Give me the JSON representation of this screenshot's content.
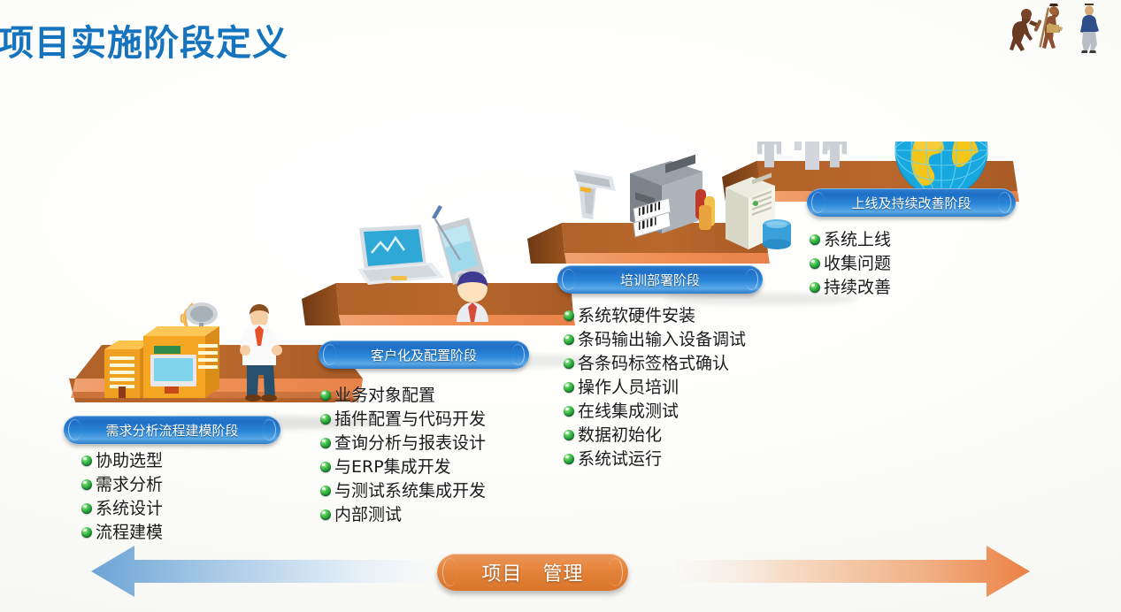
{
  "page": {
    "title": "项目实施阶段定义",
    "title_color": "#1574bd",
    "background_color": "#f7f7f4"
  },
  "decor": {
    "evolution_icon": "human-evolution-figures",
    "figures": [
      "ape-man",
      "tribal-man",
      "modern-man"
    ]
  },
  "stages": [
    {
      "id": "stage-1",
      "label": "需求分析流程建模阶段",
      "items": [
        "协助选型",
        "需求分析",
        "系统设计",
        "流程建模"
      ],
      "icons": [
        "factory-building-icon",
        "server-antenna-icon",
        "businessman-thumbsup-icon"
      ]
    },
    {
      "id": "stage-2",
      "label": "客户化及配置阶段",
      "items": [
        "业务对象配置",
        "插件配置与代码开发",
        "查询分析与报表设计",
        "与ERP集成开发",
        "与测试系统集成开发",
        "内部测试"
      ],
      "icons": [
        "laptop-chart-icon",
        "pda-stylus-icon",
        "user-avatar-icon"
      ]
    },
    {
      "id": "stage-3",
      "label": "培训部署阶段",
      "items": [
        "系统软硬件安装",
        "条码输出输入设备调试",
        "各条码标签格式确认",
        "操作人员培训",
        "在线集成测试",
        "数据初始化",
        "系统试运行"
      ],
      "icons": [
        "barcode-scanner-icon",
        "label-printer-icon",
        "server-database-icon"
      ]
    },
    {
      "id": "stage-4",
      "label": "上线及持续改善阶段",
      "items": [
        "系统上线",
        "收集问题",
        "持续改善"
      ],
      "icons": [
        "people-group-icon",
        "globe-icon"
      ]
    }
  ],
  "footer": {
    "center_label": "项目　管理",
    "left_arrow": "left-arrow-blue",
    "right_arrow": "right-arrow-orange",
    "left_arrow_color": "#6fa8d8",
    "right_arrow_color": "#ee8c4e",
    "center_pill_color": "#e08036"
  },
  "colors": {
    "step_top": "#b4632a",
    "step_edge": "#f0925a",
    "step_riser": "#8d4a1c",
    "pill_blue": "#2a86d8",
    "bullet_green": "#2f9e3c"
  }
}
